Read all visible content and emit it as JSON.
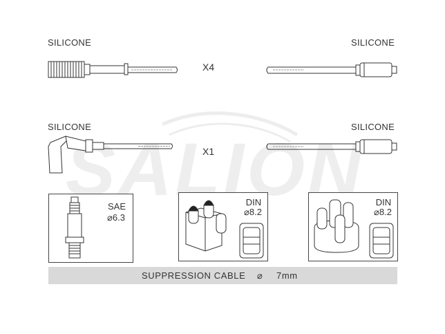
{
  "watermark": "SALION",
  "rows": [
    {
      "left_label": "SILICONE",
      "right_label": "SILICONE",
      "multiplier": "X4",
      "cable_print_right": "SILICONE CABLE"
    },
    {
      "left_label": "SILICONE",
      "right_label": "SILICONE",
      "multiplier": "X1",
      "cable_print_right": "SILICONE CABLE"
    }
  ],
  "boxes": [
    {
      "std": "SAE",
      "dia": "⌀6.3",
      "icon": "spark-plug-icon"
    },
    {
      "std": "DIN",
      "dia": "⌀8.2",
      "icon": "distributor-cap-2-terminal-icon"
    },
    {
      "std": "DIN",
      "dia": "⌀8.2",
      "icon": "distributor-cap-4-terminal-icon"
    }
  ],
  "footer": {
    "text": "SUPPRESSION CABLE",
    "symbol": "⌀",
    "value": "7mm"
  },
  "colors": {
    "line": "#333333",
    "banner": "#d9d9d9",
    "watermark": "#ececec"
  }
}
